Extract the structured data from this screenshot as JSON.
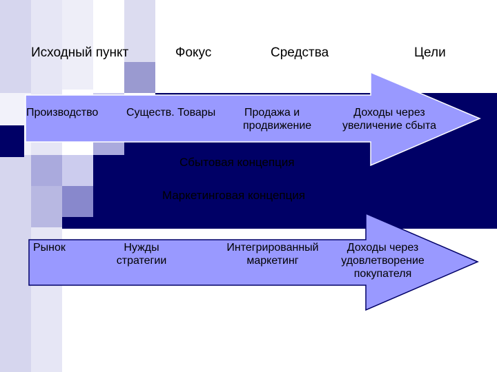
{
  "colors": {
    "navy": "#000066",
    "arrow_fill": "#9999ff",
    "light_square": "#ccccee",
    "mid_square": "#aaaadd",
    "dark_square": "#8888cc",
    "text": "#000000"
  },
  "headers": {
    "start_point": "Исходный пункт",
    "focus": "Фокус",
    "means": "Средства",
    "goals": "Цели"
  },
  "sales_arrow": {
    "start": "Производство",
    "focus": "Существ. Товары",
    "means_line1": "Продажа и",
    "means_line2": "продвижение",
    "goal_line1": "Доходы через",
    "goal_line2": "увеличение сбыта"
  },
  "concepts": {
    "sales": "Сбытовая концепция",
    "marketing": "Маркетинговая концепция"
  },
  "marketing_arrow": {
    "start": "Рынок",
    "focus_line1": "Нужды",
    "focus_line2": "стратегии",
    "means_line1": "Интегрированный",
    "means_line2": "маркетинг",
    "goal_line1": "Доходы через",
    "goal_line2": "удовлетворение",
    "goal_line3": "покупателя"
  }
}
